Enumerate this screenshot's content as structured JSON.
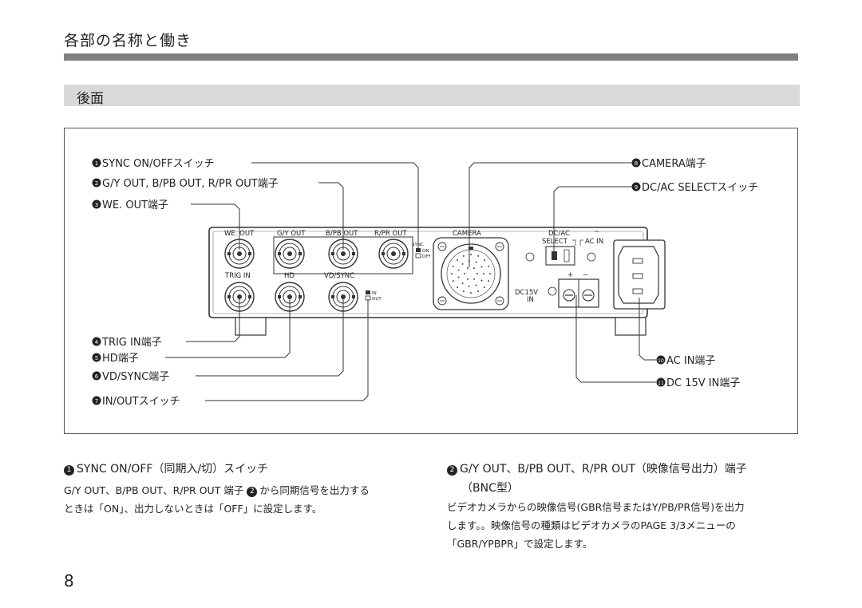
{
  "page": {
    "title": "各部の名称と働き",
    "section": "後面",
    "page_number": "8"
  },
  "callouts": {
    "c1": {
      "num": "1",
      "text": "SYNC ON/OFFスイッチ"
    },
    "c2": {
      "num": "2",
      "text": "G/Y OUT, B/PB OUT, R/PR OUT端子"
    },
    "c3": {
      "num": "3",
      "text": "WE. OUT端子"
    },
    "c4": {
      "num": "4",
      "text": "TRIG IN端子"
    },
    "c5": {
      "num": "5",
      "text": "HD端子"
    },
    "c6": {
      "num": "6",
      "text": "VD/SYNC端子"
    },
    "c7": {
      "num": "7",
      "text": "IN/OUTスイッチ"
    },
    "c8": {
      "num": "8",
      "text": "CAMERA端子"
    },
    "c9": {
      "num": "9",
      "text": "DC/AC SELECTスイッチ"
    },
    "c10": {
      "num": "10",
      "text": "AC IN端子"
    },
    "c11": {
      "num": "11",
      "text": "DC 15V IN端子"
    }
  },
  "panel": {
    "we_out": "WE. OUT",
    "gy_out": "G/Y OUT",
    "bpb_out": "B/PB OUT",
    "rpr_out": "R/PR OUT",
    "sync": "SYNC",
    "on": "ON",
    "off": "OFF",
    "trig_in": "TRIG IN",
    "hd": "HD",
    "vd_sync": "VD/SYNC",
    "in": "IN",
    "out": "OUT",
    "camera": "CAMERA",
    "dc_ac": "DC/AC",
    "select": "SELECT",
    "tilde": "~",
    "ac_in": "AC IN",
    "dc15v": "DC15V",
    "dc_in": "IN",
    "plus": "+",
    "minus": "−"
  },
  "descriptions": {
    "d1": {
      "num": "1",
      "heading": "SYNC ON/OFF（同期入/切）スイッチ",
      "body1": "G/Y OUT、B/PB OUT、R/PR OUT 端子",
      "body1_num": "2",
      "body2": "から同期信号を出力する",
      "body3": "ときは「ON」、出力しないときは「OFF」に設定します。"
    },
    "d2": {
      "num": "2",
      "heading": "G/Y OUT、B/PB OUT、R/PR OUT（映像信号出力）端子",
      "heading2": "（BNC型）",
      "line1": "ビデオカメラからの映像信号(GBR信号またはY/PB/PR信号)を出力",
      "line2": "します。。映像信号の種類はビデオカメラのPAGE 3/3メニューの",
      "line3": "「GBR/YPBPR」で設定します。"
    }
  }
}
